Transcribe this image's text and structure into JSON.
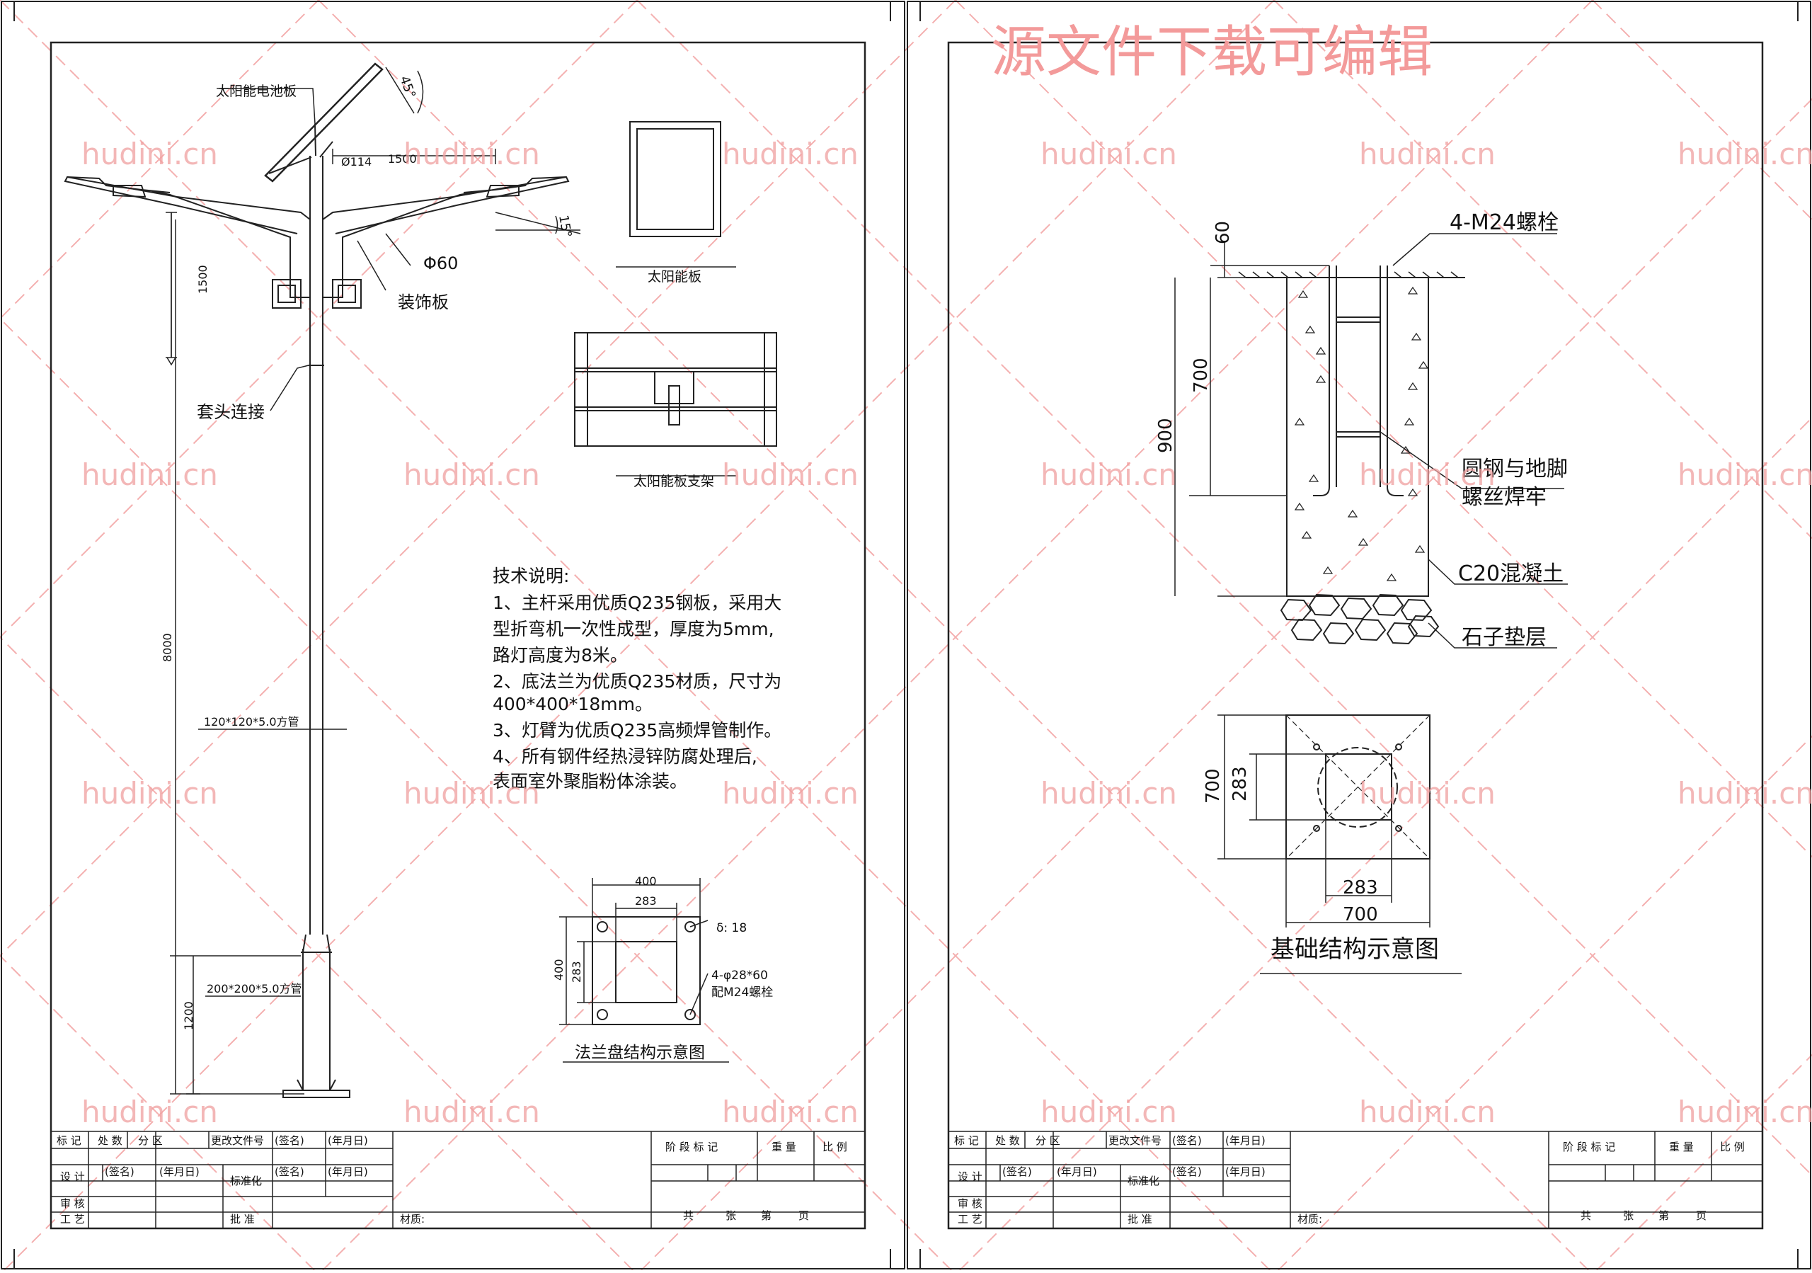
{
  "watermark": {
    "site": "hudini.cn",
    "banner": "源文件下载可编辑",
    "color": "#f0a0a0"
  },
  "left_sheet": {
    "pole": {
      "solar_panel_label": "太阳能电池板",
      "panel_angle": "45°",
      "arm_angle": "15°",
      "diameter_top": "Ø114",
      "arm_length": "1500",
      "arm_pipe": "Φ60",
      "decor_label": "装饰板",
      "arm_height": "1500",
      "sleeve_label": "套头连接",
      "total_height": "8000",
      "upper_tube": "120*120*5.0方管",
      "lower_tube": "200*200*5.0方管",
      "base_height": "1200"
    },
    "panel_view": {
      "title": "太阳能板"
    },
    "bracket_view": {
      "title": "太阳能板支架"
    },
    "notes": {
      "heading": "技术说明:",
      "lines": [
        "1、主杆采用优质Q235钢板，采用大",
        "型折弯机一次性成型，厚度为5mm,",
        "路灯高度为8米。",
        "2、底法兰为优质Q235材质，尺寸为",
        "400*400*18mm。",
        "3、灯臂为优质Q235高频焊管制作。",
        "4、所有钢件经热浸锌防腐处理后,",
        "表面室外聚脂粉体涂装。"
      ]
    },
    "flange": {
      "outer": "400",
      "inner": "283",
      "thickness": "δ: 18",
      "side_outer": "400",
      "side_inner": "283",
      "holes": "4-φ28*60",
      "bolts": "配M24螺栓",
      "title": "法兰盘结构示意图"
    },
    "title_block": {
      "row1": [
        "标 记",
        "处 数",
        "分 区",
        "更改文件号",
        "(签名)",
        "(年月日)"
      ],
      "design": "设 计",
      "sign": "(签名)",
      "date": "(年月日)",
      "standard": "标准化",
      "sign2": "(签名)",
      "date2": "(年月日)",
      "review": "审 核",
      "process": "工 艺",
      "approve": "批 准",
      "material": "材质:",
      "stage": "阶 段 标 记",
      "weight": "重 量",
      "scale": "比 例",
      "total": "共",
      "sheets": "张",
      "page_no": "第",
      "page": "页"
    }
  },
  "right_sheet": {
    "foundation": {
      "bolt_label": "4-M24螺栓",
      "dim_top": "60",
      "dim_mid": "700",
      "dim_total": "900",
      "weld_label_1": "圆钢与地脚",
      "weld_label_2": "螺丝焊牢",
      "concrete_label": "C20混凝土",
      "gravel_label": "石子垫层"
    },
    "plan": {
      "side_outer": "700",
      "side_inner": "283",
      "bottom_inner": "283",
      "bottom_outer": "700",
      "title": "基础结构示意图"
    },
    "title_block": {
      "row1": [
        "标 记",
        "处 数",
        "分 区",
        "更改文件号",
        "(签名)",
        "(年月日)"
      ],
      "design": "设 计",
      "sign": "(签名)",
      "date": "(年月日)",
      "standard": "标准化",
      "sign2": "(签名)",
      "date2": "(年月日)",
      "review": "审 核",
      "process": "工 艺",
      "approve": "批 准",
      "material": "材质:",
      "stage": "阶 段 标 记",
      "weight": "重 量",
      "scale": "比 例",
      "total": "共",
      "sheets": "张",
      "page_no": "第",
      "page": "页"
    }
  }
}
